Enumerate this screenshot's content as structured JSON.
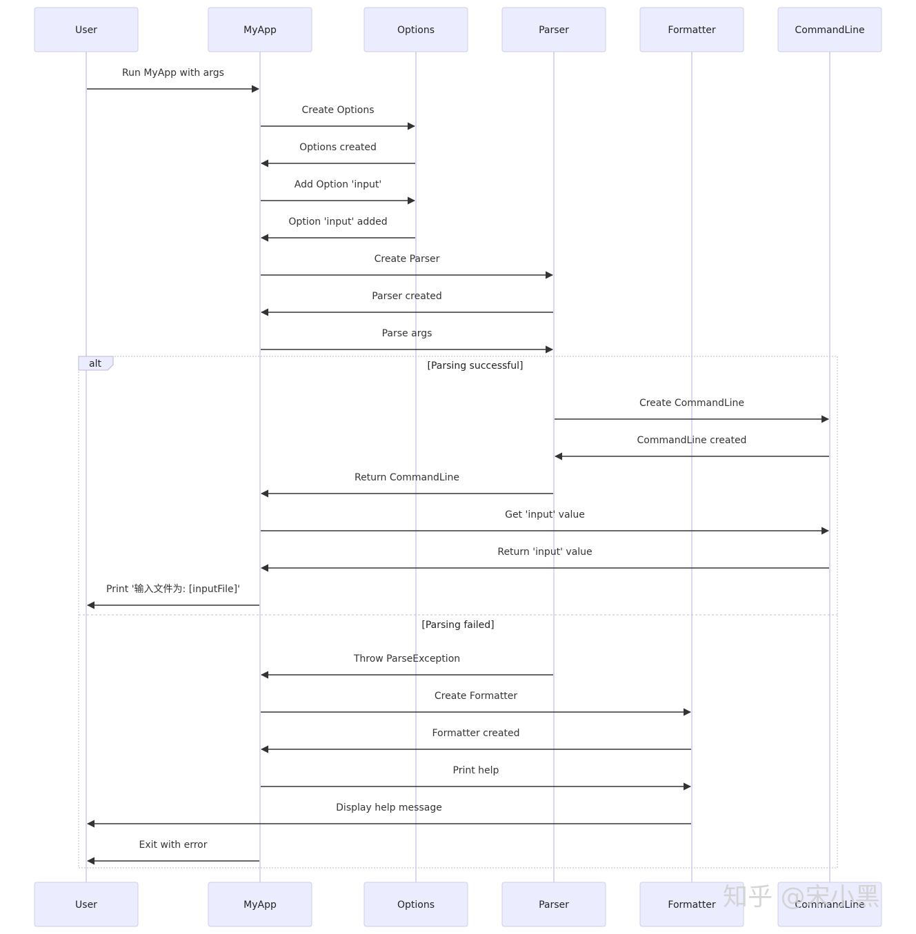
{
  "participants": [
    {
      "id": "user",
      "label": "User"
    },
    {
      "id": "myapp",
      "label": "MyApp"
    },
    {
      "id": "options",
      "label": "Options"
    },
    {
      "id": "parser",
      "label": "Parser"
    },
    {
      "id": "formatter",
      "label": "Formatter"
    },
    {
      "id": "commandline",
      "label": "CommandLine"
    }
  ],
  "messages": [
    {
      "from": "user",
      "to": "myapp",
      "label": "Run MyApp with args"
    },
    {
      "from": "myapp",
      "to": "options",
      "label": "Create Options"
    },
    {
      "from": "options",
      "to": "myapp",
      "label": "Options created"
    },
    {
      "from": "myapp",
      "to": "options",
      "label": "Add Option 'input'"
    },
    {
      "from": "options",
      "to": "myapp",
      "label": "Option 'input' added"
    },
    {
      "from": "myapp",
      "to": "parser",
      "label": "Create Parser"
    },
    {
      "from": "parser",
      "to": "myapp",
      "label": "Parser created"
    },
    {
      "from": "myapp",
      "to": "parser",
      "label": "Parse args"
    },
    {
      "from": "parser",
      "to": "commandline",
      "label": "Create CommandLine"
    },
    {
      "from": "commandline",
      "to": "parser",
      "label": "CommandLine created"
    },
    {
      "from": "parser",
      "to": "myapp",
      "label": "Return CommandLine"
    },
    {
      "from": "myapp",
      "to": "commandline",
      "label": "Get 'input' value"
    },
    {
      "from": "commandline",
      "to": "myapp",
      "label": "Return 'input' value"
    },
    {
      "from": "myapp",
      "to": "user",
      "label": "Print '输入文件为: [inputFile]'"
    },
    {
      "from": "parser",
      "to": "myapp",
      "label": "Throw ParseException"
    },
    {
      "from": "myapp",
      "to": "formatter",
      "label": "Create Formatter"
    },
    {
      "from": "formatter",
      "to": "myapp",
      "label": "Formatter created"
    },
    {
      "from": "myapp",
      "to": "formatter",
      "label": "Print help"
    },
    {
      "from": "formatter",
      "to": "user",
      "label": "Display help message"
    },
    {
      "from": "myapp",
      "to": "user",
      "label": "Exit with error"
    }
  ],
  "alt": {
    "label": "alt",
    "branches": [
      "[Parsing successful]",
      "[Parsing failed]"
    ]
  },
  "watermark": "知乎 @宋小黑",
  "colors": {
    "actor_fill": "#ECECFF",
    "actor_border": "#CCCCEE",
    "line": "#333333"
  }
}
